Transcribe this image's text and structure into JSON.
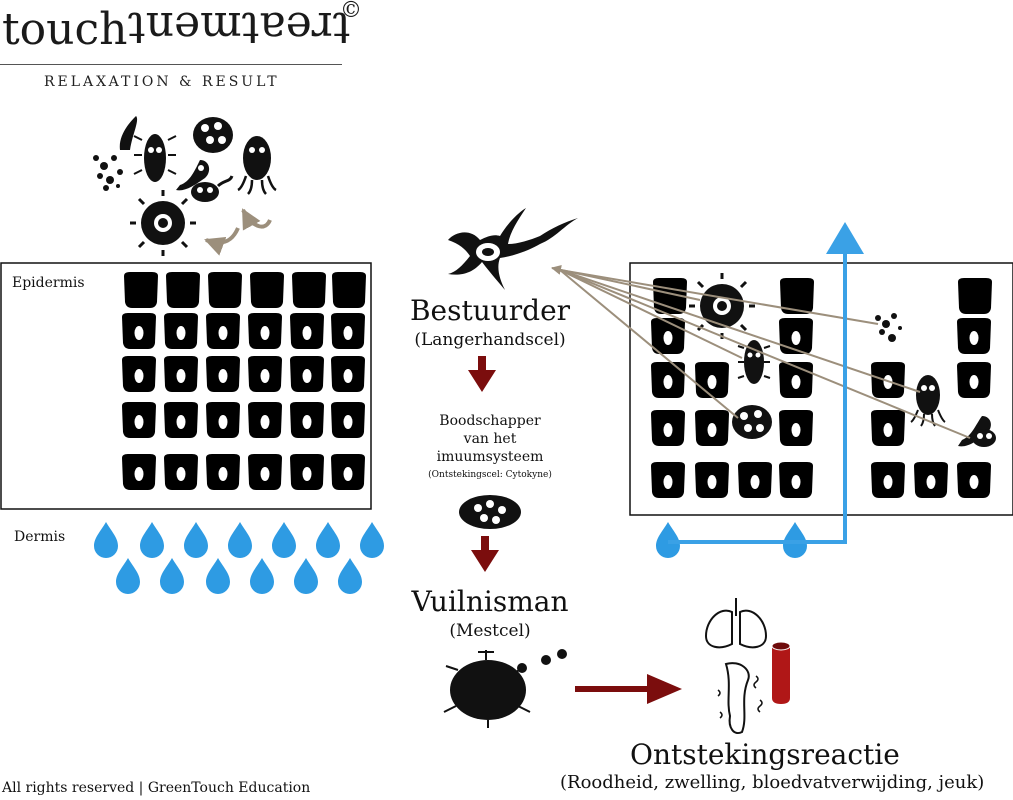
{
  "logo": {
    "word_left": "touch",
    "word_right": "treatment",
    "symbol": "©",
    "tagline": "RELAXATION & RESULT"
  },
  "skin": {
    "epidermis": "Epidermis",
    "dermis": "Dermis"
  },
  "bestuurder": {
    "title": "Bestuurder",
    "subtitle": "(Langerhandscel)"
  },
  "boodschapper": {
    "line1": "Boodschapper",
    "line2": "van het",
    "line3": "imuumsysteem",
    "note": "(Ontstekingscel: Cytokyne)"
  },
  "vuilnisman": {
    "title": "Vuilnisman",
    "subtitle": "(Mestcel)"
  },
  "ontsteking": {
    "title": "Ontstekingsreactie",
    "subtitle": "(Roodheid, zwelling, bloedvatverwijding, jeuk)"
  },
  "footer": "All rights reserved | GreenTouch Education",
  "colors": {
    "cell": "#000000",
    "water": "#2e9be3",
    "arrow_red": "#7b0d0d",
    "arrow_taupe": "#9c8f7c",
    "blue_path": "#3aa1e6",
    "vessel": "#b01717"
  },
  "icons": [
    "germ-icon",
    "virus-icon",
    "bacteria-icon",
    "langerhans-cell-icon",
    "cytokine-icon",
    "mast-cell-icon",
    "lungs-icon",
    "skin-icon",
    "blood-vessel-icon",
    "water-drop-icon"
  ]
}
